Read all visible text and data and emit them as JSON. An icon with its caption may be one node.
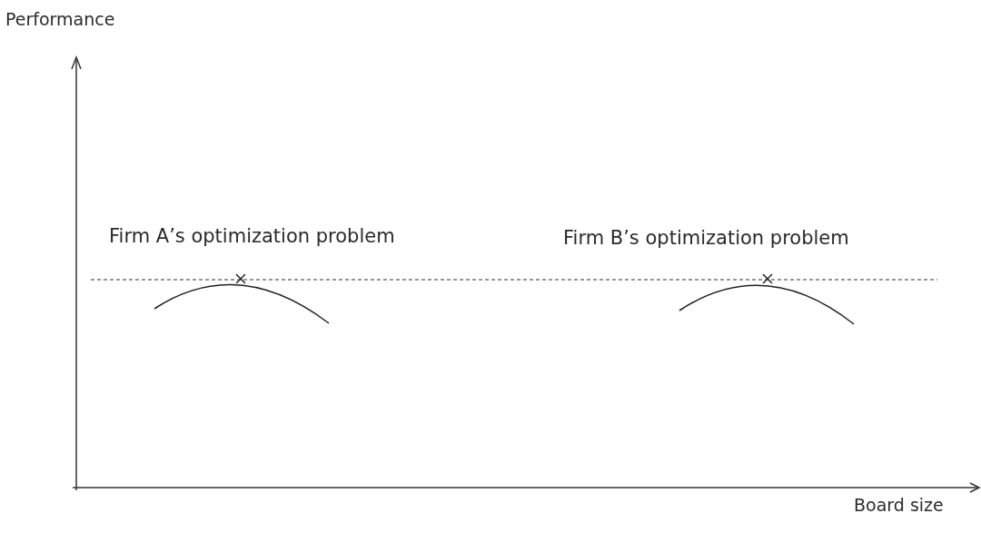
{
  "diagram": {
    "labels": [
      "Performance",
      "Firm A’s optimization problem",
      "Firm B’s optimization problem",
      "Board size"
    ]
  }
}
